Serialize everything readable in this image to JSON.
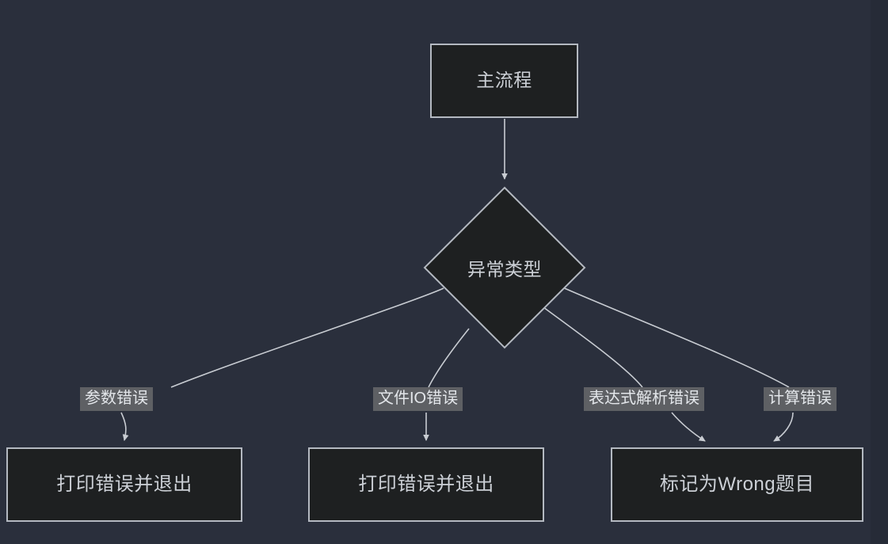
{
  "diagram": {
    "type": "flowchart",
    "direction": "top-down",
    "background_color": "#2a2f3c",
    "node_fill_color": "#1e2021",
    "node_border_color": "#b4b9c1",
    "node_text_color": "#ccd0d6",
    "edge_color": "#c8ccd2",
    "edge_label_bg_color": "#5e6064",
    "edge_label_text_color": "#e3e6ea",
    "nodes": [
      {
        "id": "main",
        "label": "主流程",
        "shape": "rectangle"
      },
      {
        "id": "decision",
        "label": "异常类型",
        "shape": "diamond"
      },
      {
        "id": "print_left",
        "label": "打印错误并退出",
        "shape": "rectangle"
      },
      {
        "id": "print_mid",
        "label": "打印错误并退出",
        "shape": "rectangle"
      },
      {
        "id": "wrong",
        "label": "标记为Wrong题目",
        "shape": "rectangle"
      }
    ],
    "edges": [
      {
        "from": "main",
        "to": "decision",
        "label": ""
      },
      {
        "from": "decision",
        "to": "print_left",
        "label": "参数错误"
      },
      {
        "from": "decision",
        "to": "print_mid",
        "label": "文件IO错误"
      },
      {
        "from": "decision",
        "to": "wrong",
        "label": "表达式解析错误"
      },
      {
        "from": "decision",
        "to": "wrong",
        "label": "计算错误"
      }
    ]
  }
}
